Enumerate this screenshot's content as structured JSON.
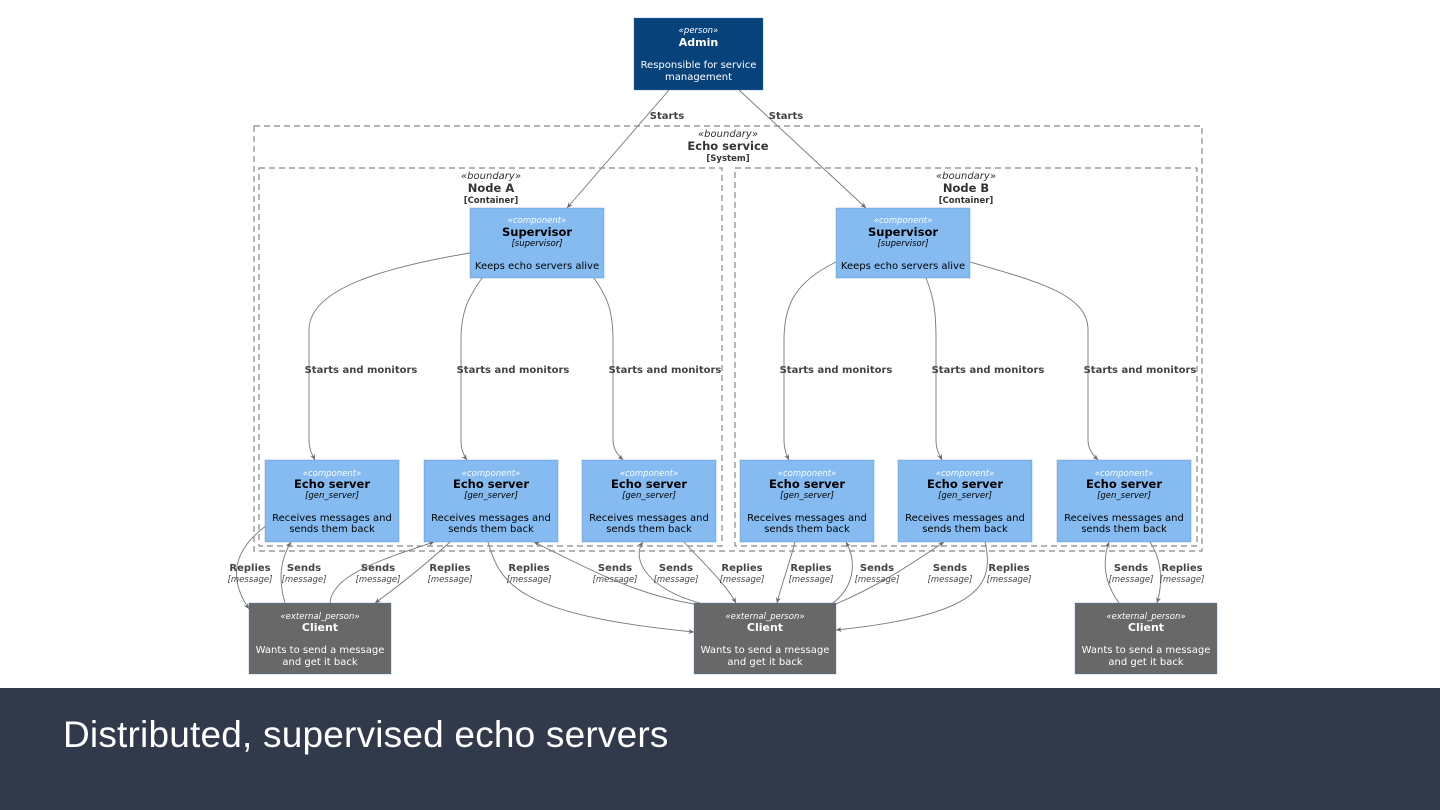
{
  "diagram": {
    "admin": {
      "stereotype": "«person»",
      "name": "Admin",
      "desc1": "Responsible for service",
      "desc2": "management"
    },
    "system": {
      "stereotype": "«boundary»",
      "name": "Echo service",
      "tag": "[System]"
    },
    "node_a": {
      "stereotype": "«boundary»",
      "name": "Node A",
      "tag": "[Container]"
    },
    "node_b": {
      "stereotype": "«boundary»",
      "name": "Node B",
      "tag": "[Container]"
    },
    "supervisor": {
      "stereotype": "«component»",
      "name": "Supervisor",
      "tech": "[supervisor]",
      "desc": "Keeps echo servers alive"
    },
    "echo": {
      "stereotype": "«component»",
      "name": "Echo server",
      "tech": "[gen_server]",
      "desc1": "Receives messages and",
      "desc2": "sends them back"
    },
    "client": {
      "stereotype": "«external_person»",
      "name": "Client",
      "desc1": "Wants to send a message",
      "desc2": "and get it back"
    },
    "edges": {
      "starts": "Starts",
      "starts_and_monitors": "Starts and monitors",
      "sends": "Sends",
      "replies": "Replies",
      "message": "[message]"
    },
    "colors": {
      "person": "#08427b",
      "component": "#85bbf0",
      "external": "#686868",
      "boundary": "#888888",
      "footer": "#313a4b"
    }
  },
  "footer": {
    "title": "Distributed, supervised echo servers"
  }
}
